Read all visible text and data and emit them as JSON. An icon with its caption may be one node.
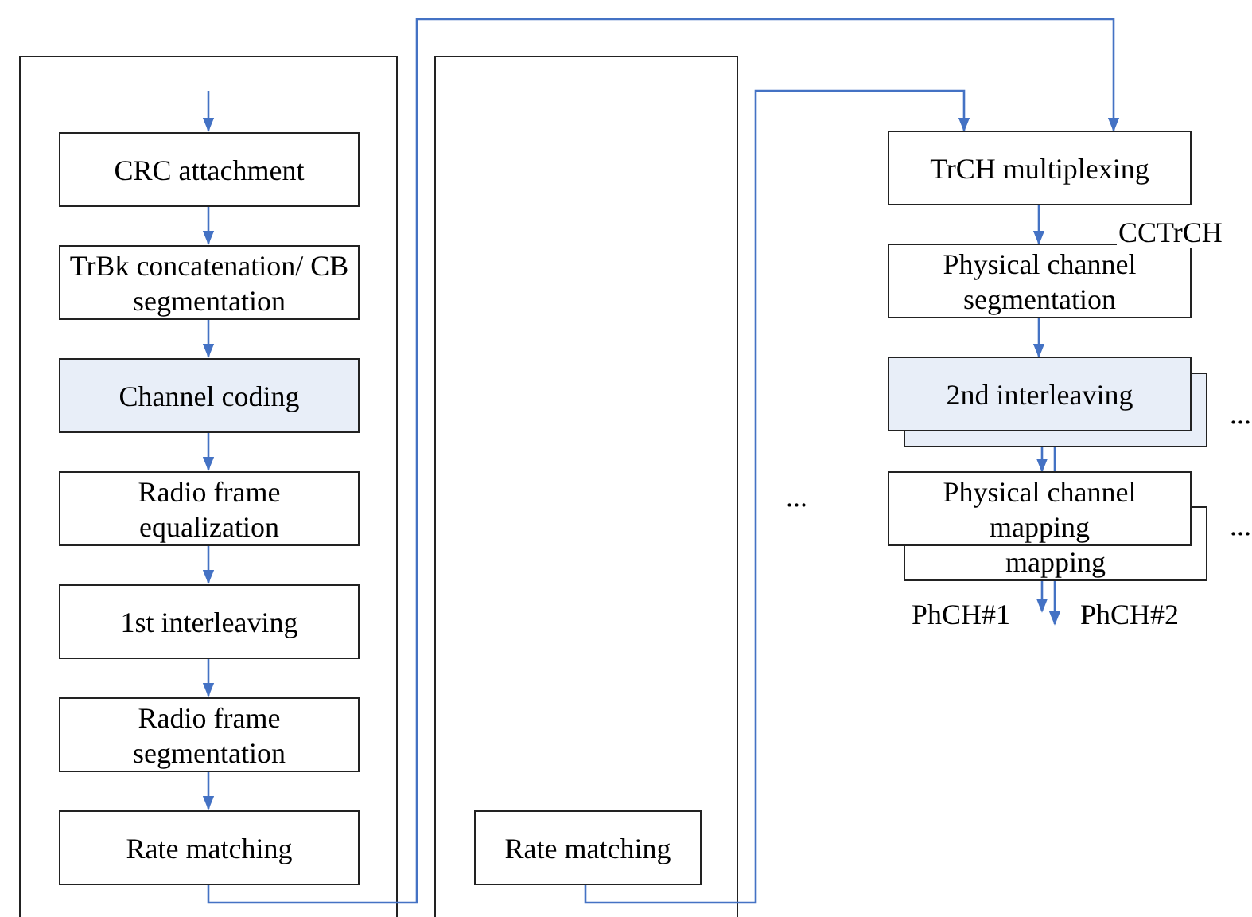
{
  "diagram": {
    "nodes": [
      {
        "text": [],
        "shape": "box"
      },
      {
        "text": [
          "CRC attachment"
        ],
        "in": 0
      },
      {
        "text": [
          "TrBk concatenation/ CB segmentation"
        ],
        "in": 0
      },
      {
        "text": [
          "Channel coding"
        ],
        "in": 0
      },
      {
        "text": [
          "Radio frame equalization"
        ],
        "in": 0
      },
      {
        "text": [
          "1st interleaving"
        ],
        "in": 0
      },
      {
        "text": [
          "Radio frame segmentation"
        ],
        "in": 0
      },
      {
        "text": [
          "Rate matching"
        ],
        "in": 0
      },
      {
        "text": [],
        "shape": "box"
      },
      {
        "text": [
          "Rate matching"
        ],
        "in": 8
      },
      {
        "text": [
          "TrCH multiplexing"
        ]
      },
      {
        "text": [
          "Physical channel segmentation"
        ]
      },
      {
        "text": [
          "2nd interleaving"
        ]
      },
      {
        "text": [
          "Physical channel mapping",
          "mapping"
        ]
      }
    ],
    "edges": [
      {
        "from": null,
        "to": 1,
        "arrow": "to"
      },
      {
        "from": 1,
        "to": 2,
        "arrow": "to"
      },
      {
        "from": 2,
        "to": 3,
        "arrow": "to"
      },
      {
        "from": 3,
        "to": 4,
        "arrow": "to"
      },
      {
        "from": 4,
        "to": 5,
        "arrow": "to"
      },
      {
        "from": 5,
        "to": 6,
        "arrow": "to"
      },
      {
        "from": 6,
        "to": 7,
        "arrow": "to"
      },
      {
        "from": 7,
        "to": 10,
        "arrow": "to"
      },
      {
        "from": 9,
        "to": 10,
        "arrow": "to"
      },
      {
        "from": 10,
        "to": 11,
        "arrow": "to",
        "label": "CCTrCH"
      },
      {
        "from": 11,
        "to": 12,
        "arrow": "to"
      },
      {
        "from": 12,
        "to": 13,
        "arrow": "to"
      },
      {
        "from": 12,
        "to": 13,
        "arrow": "none"
      },
      {
        "from": 13,
        "to": null,
        "arrow": "to",
        "label": "PhCH#1"
      },
      {
        "from": 13,
        "to": null,
        "arrow": "to",
        "label": "PhCH#2"
      }
    ],
    "labels": [
      "...",
      "...",
      "..."
    ]
  }
}
